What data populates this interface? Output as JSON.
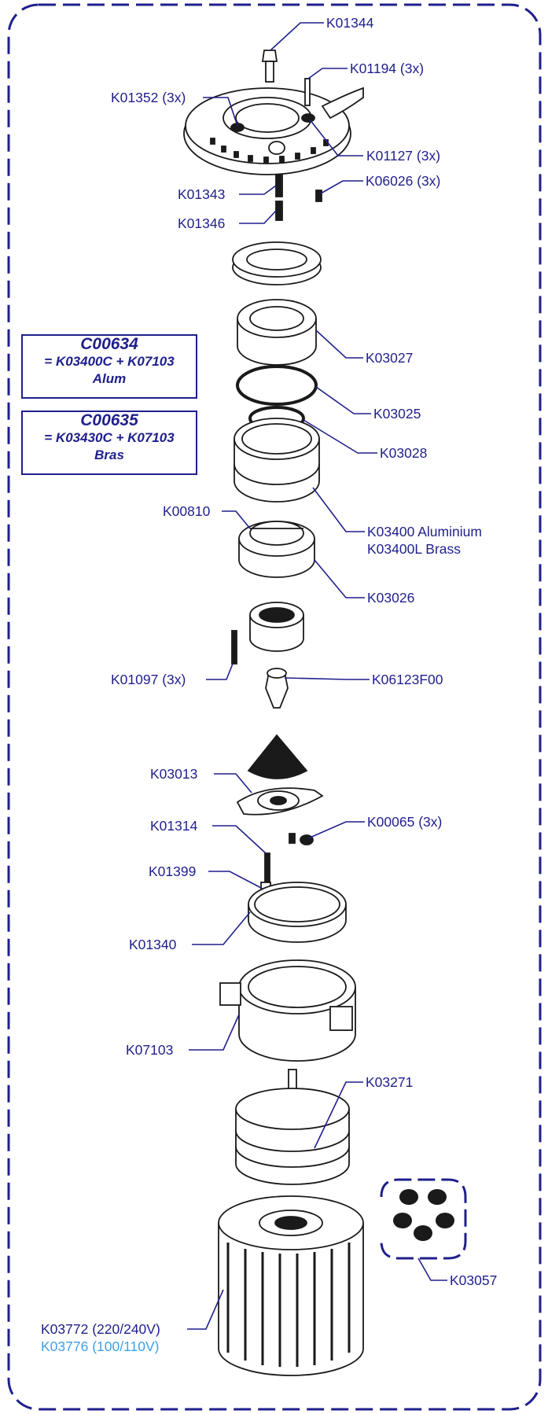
{
  "labels": {
    "k01344": "K01344",
    "k01194": "K01194 (3x)",
    "k01352": "K01352 (3x)",
    "k01127": "K01127 (3x)",
    "k01343": "K01343",
    "k06026": "K06026 (3x)",
    "k01346": "K01346",
    "k03027": "K03027",
    "k03025": "K03025",
    "k03028": "K03028",
    "k00810": "K00810",
    "k03400_alu": "K03400 Aluminium",
    "k03400_brass": "K03400L Brass",
    "k03026": "K03026",
    "k01097": "K01097 (3x)",
    "k06123": "K06123F00",
    "k03013": "K03013",
    "k01314": "K01314",
    "k00065": "K00065 (3x)",
    "k01399": "K01399",
    "k01340": "K01340",
    "k07103": "K07103",
    "k03271": "K03271",
    "k03057": "K03057",
    "k03772": "K03772 (220/240V)",
    "k03776": "K03776 (100/110V)"
  },
  "kits": [
    {
      "code": "C00634",
      "formula": "= K03400C + K07103",
      "material": "Alum"
    },
    {
      "code": "C00635",
      "formula": "= K03430C + K07103",
      "material": "Bras"
    }
  ],
  "colors": {
    "line": "#1f1f8c",
    "alt_voltage": "#3ea0e8",
    "part": "#1a1a1a"
  }
}
